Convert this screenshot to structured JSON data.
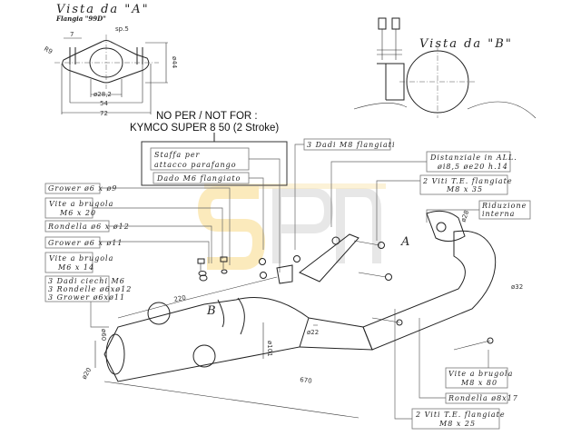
{
  "view_a": {
    "title": "Vista da \"A\"",
    "subtitle": "Flangia \"99D\"",
    "dims": {
      "slot": "7",
      "radius": "R9",
      "thickness": "sp.5",
      "height": "ø44",
      "bore": "ø28,2",
      "inner": "54",
      "outer": "72"
    }
  },
  "view_b": {
    "title": "Vista da \"B\""
  },
  "notice": {
    "line1": "NO PER  /  NOT FOR :",
    "line2": "KYMCO SUPER 8 50 (2 Stroke)"
  },
  "watermark": "SPN",
  "labels": {
    "staffa": [
      "Staffa per",
      "attacco parafango"
    ],
    "dado_m6": "Dado M6 flangiato",
    "grower_9": "Grower ø6 x ø9",
    "vite_m6_20": [
      "Vite a brugola",
      "M6 x 20"
    ],
    "rondella_12": "Rondella ø6 x ø12",
    "grower_11": "Grower ø6 x ø11",
    "vite_m6_14": [
      "Vite a brugola",
      "M6 x 14"
    ],
    "dadi_ciechi": [
      "3 Dadi ciechi M6",
      "3 Rondelle ø6xø12",
      "3 Grower ø6xø11"
    ],
    "dadi_m8": "3 Dadi M8 flangiati",
    "distanziale": [
      "Distanziale in ALL.",
      "øi8,5 øe20 h.14"
    ],
    "viti_m8_35": [
      "2 Viti T.E. flangiate",
      "M8 x 35"
    ],
    "riduzione": [
      "Riduzione",
      "interna"
    ],
    "vite_m8_80": [
      "Vite a brugola",
      "M8 x 80"
    ],
    "rondella_8": "Rondella ø8x17",
    "viti_m8_25": [
      "2 Viti T.E. flangiate",
      "M8 x 25"
    ]
  },
  "dimensions": {
    "muffler_length": "220",
    "muffler_dia": "ø60",
    "cone_dia": "ø101",
    "pipe_small": "ø22",
    "pipe_dia": "ø32",
    "inlet_dia": "ø28",
    "total_length": "670",
    "tail_dia": "ø20",
    "view_b_marker": "B",
    "view_a_marker": "A"
  }
}
